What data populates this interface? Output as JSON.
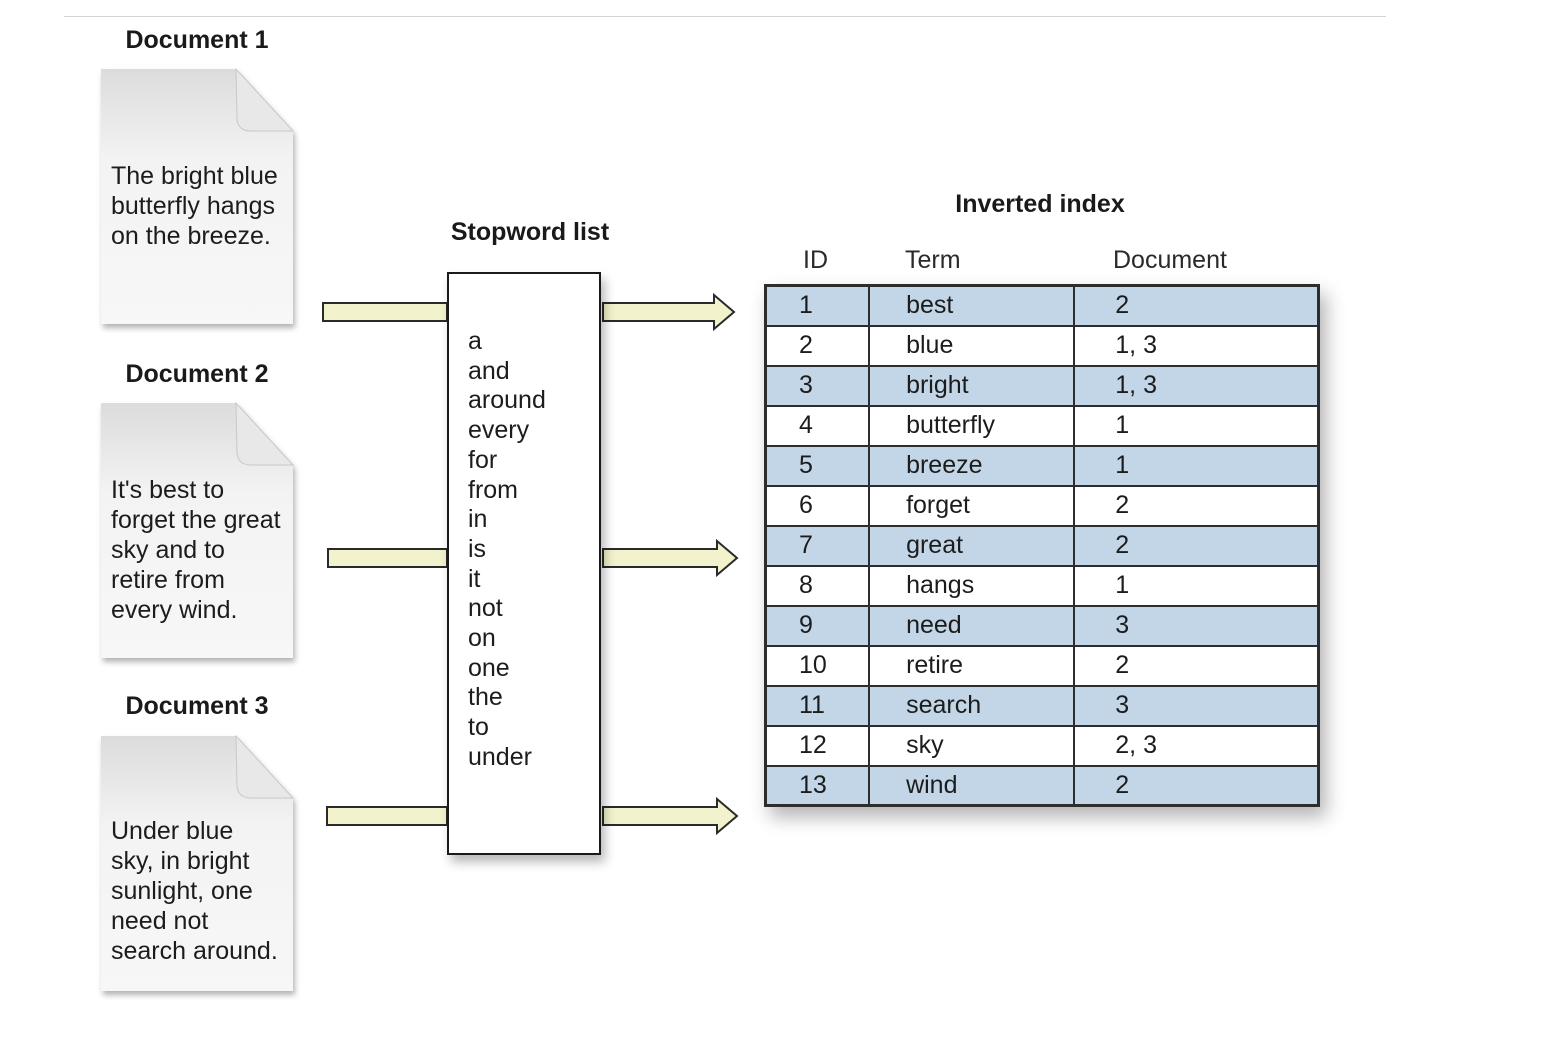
{
  "documents": [
    {
      "title": "Document 1",
      "text": "The bright blue\nbutterfly hangs\non the breeze."
    },
    {
      "title": "Document 2",
      "text": "It's best to\nforget the great\nsky and to\nretire from\nevery wind."
    },
    {
      "title": "Document 3",
      "text": "Under blue\nsky, in bright\nsunlight, one\nneed not\nsearch around."
    }
  ],
  "stopword": {
    "title": "Stopword list",
    "words": [
      "a",
      "and",
      "around",
      "every",
      "for",
      "from",
      "in",
      "is",
      "it",
      "not",
      "on",
      "one",
      "the",
      "to",
      "under"
    ]
  },
  "index": {
    "title": "Inverted index",
    "headers": {
      "id": "ID",
      "term": "Term",
      "document": "Document"
    },
    "rows": [
      {
        "id": "1",
        "term": "best",
        "docs": "2"
      },
      {
        "id": "2",
        "term": "blue",
        "docs": "1, 3"
      },
      {
        "id": "3",
        "term": "bright",
        "docs": "1, 3"
      },
      {
        "id": "4",
        "term": "butterfly",
        "docs": "1"
      },
      {
        "id": "5",
        "term": "breeze",
        "docs": "1"
      },
      {
        "id": "6",
        "term": "forget",
        "docs": "2"
      },
      {
        "id": "7",
        "term": "great",
        "docs": "2"
      },
      {
        "id": "8",
        "term": "hangs",
        "docs": "1"
      },
      {
        "id": "9",
        "term": "need",
        "docs": "3"
      },
      {
        "id": "10",
        "term": "retire",
        "docs": "2"
      },
      {
        "id": "11",
        "term": "search",
        "docs": "3"
      },
      {
        "id": "12",
        "term": "sky",
        "docs": "2, 3"
      },
      {
        "id": "13",
        "term": "wind",
        "docs": "2"
      }
    ]
  },
  "colors": {
    "row_shade": "#c2d6e8",
    "arrow_fill": "#f2f2cc",
    "arrow_stroke": "#2a2a2a"
  }
}
